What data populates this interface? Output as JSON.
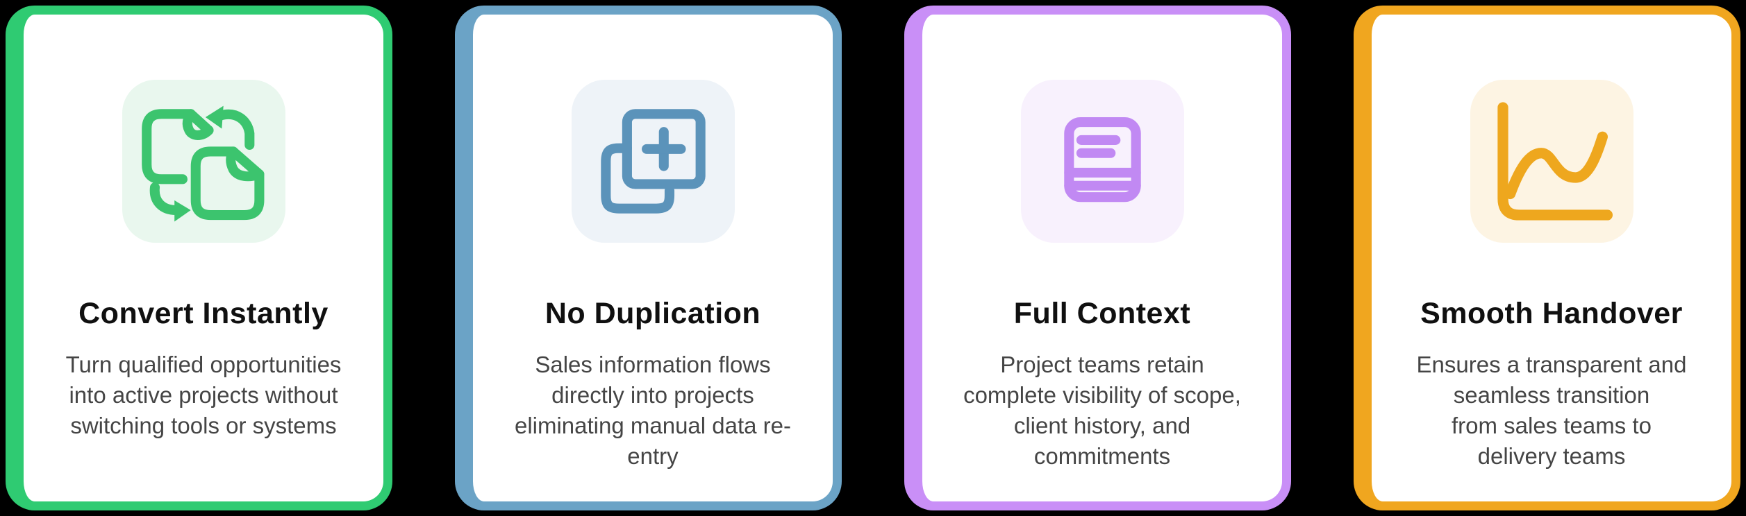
{
  "page": {
    "background": "#000000",
    "card_background": "#ffffff"
  },
  "text_colors": {
    "title": "#101010",
    "body": "#454545"
  },
  "cards": [
    {
      "title": "Convert Instantly",
      "body": "Turn qualified opportunities\ninto active projects without\nswitching tools or systems",
      "accent": "#2fcb72",
      "icon": "file-transfer-icon",
      "icon_color": "#3cc46e",
      "icon_bg": "#e9f7ee"
    },
    {
      "title": "No Duplication",
      "body": "Sales information flows\ndirectly into projects\neliminating manual data re-\nentry",
      "accent": "#6ba3c6",
      "icon": "duplicate-plus-icon",
      "icon_color": "#5b93ba",
      "icon_bg": "#eef3f8"
    },
    {
      "title": "Full Context",
      "body": "Project teams retain\ncomplete visibility of scope,\nclient history, and\ncommitments",
      "accent": "#c98ff7",
      "icon": "book-icon",
      "icon_color": "#c189f3",
      "icon_bg": "#f8f1fd"
    },
    {
      "title": "Smooth Handover",
      "body": "Ensures a transparent and\nseamless transition\nfrom sales teams to\ndelivery teams",
      "accent": "#f0a61f",
      "icon": "line-chart-icon",
      "icon_color": "#eea71e",
      "icon_bg": "#fdf4e3"
    }
  ]
}
